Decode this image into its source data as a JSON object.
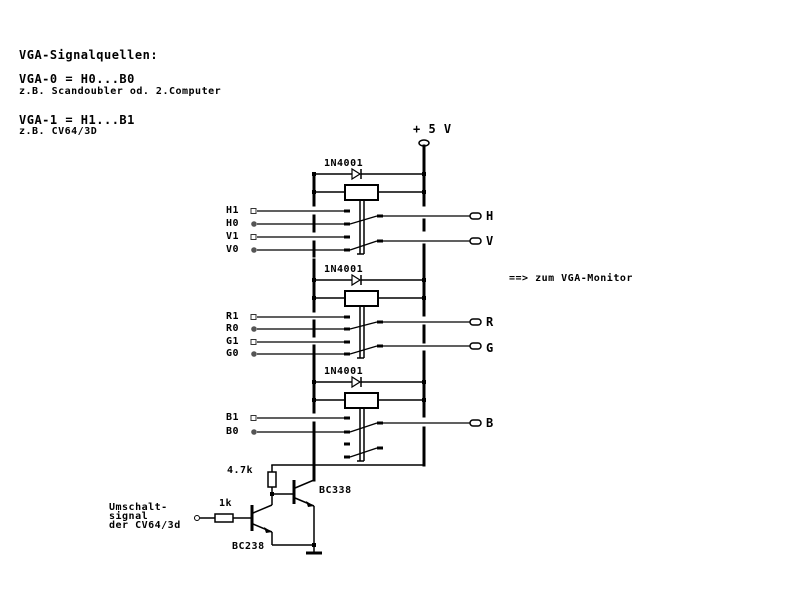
{
  "notes": {
    "title": "VGA-Signalquellen:",
    "vga0_line": "VGA-0 = H0...B0",
    "vga0_example": "z.B. Scandoubler od. 2.Computer",
    "vga1_line": "VGA-1 = H1...B1",
    "vga1_example": "z.B. CV64/3D"
  },
  "supply": {
    "label": "+ 5 V"
  },
  "relays": [
    {
      "diode_label": "1N4001",
      "inputs": [
        "H1",
        "H0",
        "V1",
        "V0"
      ],
      "outputs": [
        "H",
        "V"
      ]
    },
    {
      "diode_label": "1N4001",
      "inputs": [
        "R1",
        "R0",
        "G1",
        "G0"
      ],
      "outputs": [
        "R",
        "G"
      ]
    },
    {
      "diode_label": "1N4001",
      "inputs": [
        "B1",
        "B0"
      ],
      "outputs": [
        "B"
      ]
    }
  ],
  "monitor_note": "==> zum VGA-Monitor",
  "driver": {
    "r_collector": "4.7k",
    "r_base": "1k",
    "t_output": "BC338",
    "t_input": "BC238",
    "input_label_lines": [
      "Umschalt-",
      "signal",
      "der CV64/3d"
    ]
  },
  "colors": {
    "ink": "#000000",
    "background": "#ffffff",
    "terminal_fill": "#555555"
  }
}
